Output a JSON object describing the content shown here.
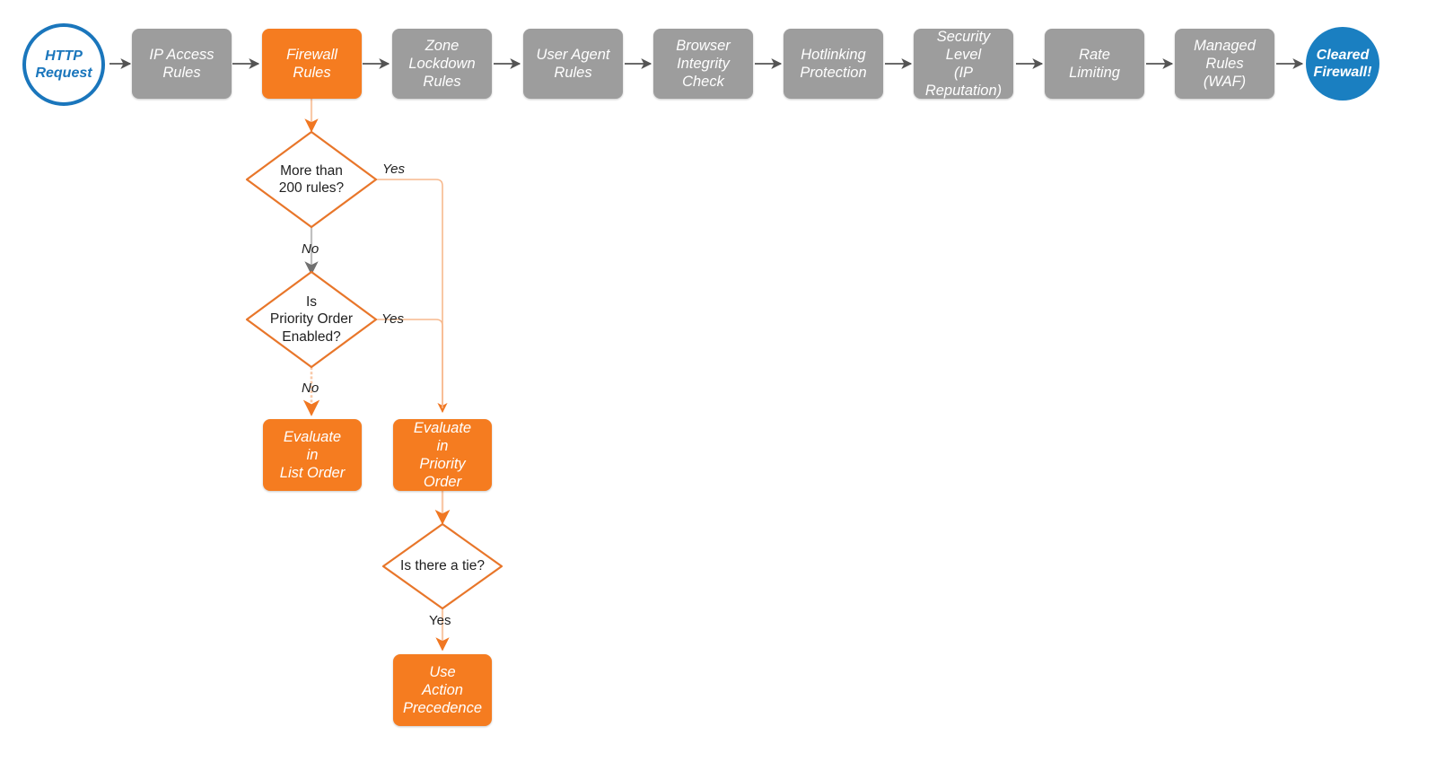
{
  "diagram": {
    "title": "Cloudflare firewall rules evaluation order flowchart",
    "colors": {
      "gray_box": "#9d9d9d",
      "orange_box": "#f57c20",
      "orange_stroke": "#e8762a",
      "orange_light_stroke": "#f7b98e",
      "blue_outline": "#1a76bc",
      "blue_fill": "#1a7fc1",
      "gray_arrow": "#545454",
      "background": "#ffffff"
    },
    "pipeline": [
      {
        "id": "http-request",
        "label": "HTTP Request",
        "shape": "circle-outline"
      },
      {
        "id": "ip-access-rules",
        "label": "IP Access\nRules",
        "shape": "box-gray"
      },
      {
        "id": "firewall-rules",
        "label": "Firewall\nRules",
        "shape": "box-orange"
      },
      {
        "id": "zone-lockdown",
        "label": "Zone\nLockdown\nRules",
        "shape": "box-gray"
      },
      {
        "id": "user-agent-rules",
        "label": "User Agent\nRules",
        "shape": "box-gray"
      },
      {
        "id": "browser-integrity",
        "label": "Browser\nIntegrity\nCheck",
        "shape": "box-gray"
      },
      {
        "id": "hotlinking",
        "label": "Hotlinking\nProtection",
        "shape": "box-gray"
      },
      {
        "id": "security-level",
        "label": "Security\nLevel\n(IP Reputation)",
        "shape": "box-gray"
      },
      {
        "id": "rate-limiting",
        "label": "Rate\nLimiting",
        "shape": "box-gray"
      },
      {
        "id": "managed-rules",
        "label": "Managed\nRules\n(WAF)",
        "shape": "box-gray"
      },
      {
        "id": "cleared-firewall",
        "label": "Cleared\nFirewall!",
        "shape": "circle-filled"
      }
    ],
    "decisions": [
      {
        "id": "more-than-200-rules",
        "label": "More than\n200 rules?"
      },
      {
        "id": "is-priority-order-enabled",
        "label": "Is\nPriority Order\nEnabled?"
      },
      {
        "id": "is-there-a-tie",
        "label": "Is there a tie?"
      }
    ],
    "outcomes": [
      {
        "id": "evaluate-list-order",
        "label": "Evaluate\nin\nList Order"
      },
      {
        "id": "evaluate-priority-order",
        "label": "Evaluate\nin\nPriority Order"
      },
      {
        "id": "use-action-precedence",
        "label": "Use\nAction\nPrecedence"
      }
    ],
    "edge_labels": {
      "more_than_200_yes": "Yes",
      "more_than_200_no": "No",
      "priority_enabled_yes": "Yes",
      "priority_enabled_no": "No",
      "tie_yes": "Yes"
    }
  }
}
